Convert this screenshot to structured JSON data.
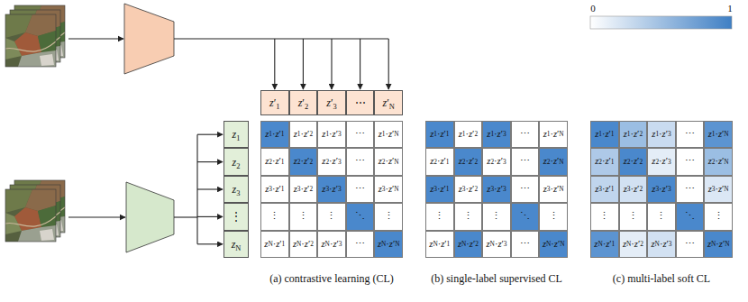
{
  "diagram": {
    "nodes": [
      {
        "text": [
          "z′1"
        ]
      },
      {
        "text": [
          "z′2"
        ]
      },
      {
        "text": [
          "z′3"
        ]
      },
      {
        "text": [
          "⋯"
        ]
      },
      {
        "text": [
          "z′N"
        ]
      },
      {
        "text": [
          "z1"
        ]
      },
      {
        "text": [
          "z2"
        ]
      },
      {
        "text": [
          "z3"
        ]
      },
      {
        "text": [
          "⋮"
        ]
      },
      {
        "text": [
          "zN"
        ]
      }
    ],
    "labels": [
      "0",
      "1",
      "z1·z′1",
      "z1·z′2",
      "z1·z′3",
      "⋯",
      "z1·z′N",
      "z2·z′1",
      "z2·z′2",
      "z2·z′3",
      "⋯",
      "z2·z′N",
      "z3·z′1",
      "z3·z′2",
      "z3·z′3",
      "⋯",
      "z3·z′N",
      "⋮",
      "⋮",
      "⋮",
      "⋱",
      "⋮",
      "zN·z′1",
      "zN·z′2",
      "zN·z′3",
      "⋯",
      "zN·z′N",
      "z1·z′1",
      "z1·z′2",
      "z1·z′3",
      "⋯",
      "z1·z′N",
      "z2·z′1",
      "z2·z′2",
      "z2·z′3",
      "⋯",
      "z2·z′N",
      "z3·z′1",
      "z3·z′2",
      "z3·z′3",
      "⋯",
      "z3·z′N",
      "⋮",
      "⋮",
      "⋮",
      "⋱",
      "⋮",
      "zN·z′1",
      "zN·z′2",
      "zN·z′3",
      "⋯",
      "zN·z′N",
      "z1·z′1",
      "z1·z′2",
      "z1·z′3",
      "⋯",
      "z1·z′N",
      "z2·z′1",
      "z2·z′2",
      "z2·z′3",
      "⋯",
      "z2·z′N",
      "z3·z′1",
      "z3·z′2",
      "z3·z′3",
      "⋯",
      "z3·z′N",
      "⋮",
      "⋮",
      "⋮",
      "⋱",
      "⋮",
      "zN·z′1",
      "zN·z′2",
      "zN·z′3",
      "⋯",
      "zN·z′N",
      "(a) contrastive learning (CL)",
      "(b) single-label supervised CL",
      "(c) multi-label soft CL"
    ]
  }
}
